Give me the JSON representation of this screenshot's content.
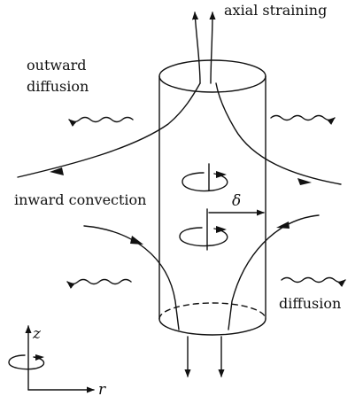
{
  "labels": {
    "top": "axial straining",
    "outward_line1": "outward",
    "outward_line2": "diffusion",
    "inward": "inward convection",
    "delta": "δ",
    "diffusion": "diffusion",
    "axis_z": "z",
    "axis_r": "r"
  },
  "colors": {
    "ink": "#111111",
    "background": "#ffffff"
  }
}
